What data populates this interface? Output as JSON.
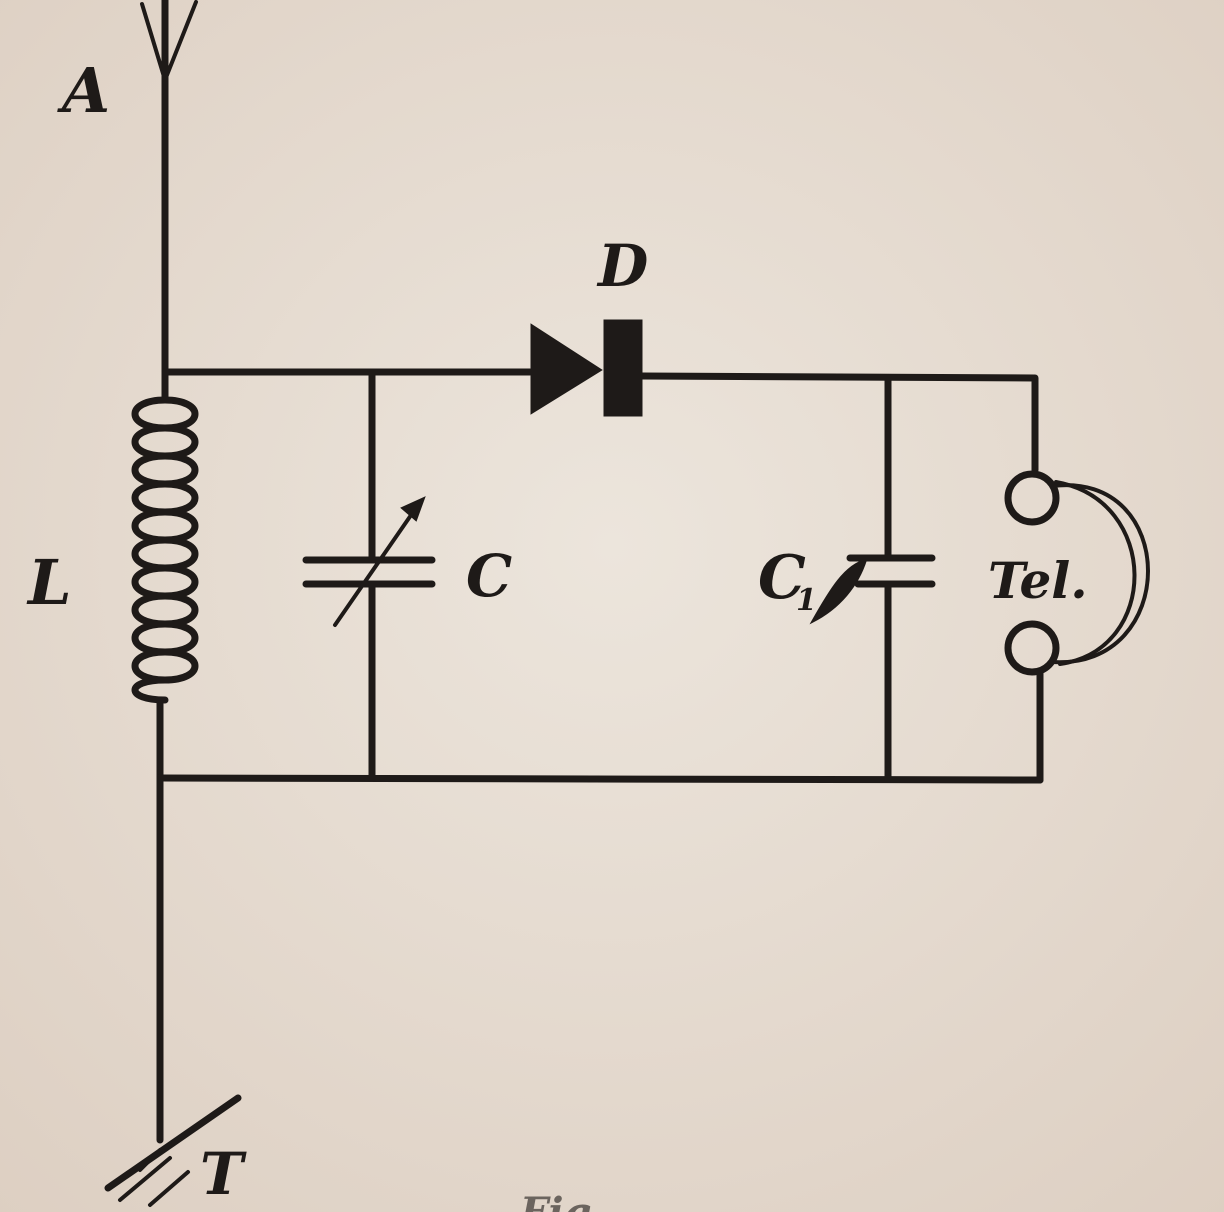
{
  "labels": {
    "antenna": "A",
    "inductor": "L",
    "variable_capacitor": "C",
    "detector": "D",
    "bypass_capacitor": "C",
    "bypass_capacitor_subscript": "1",
    "telephone": "Tel.",
    "earth": "T",
    "caption": "Fig."
  },
  "colors": {
    "paper": "#e8e0d6",
    "ink": "#1e1a18"
  },
  "icons": {
    "antenna": "antenna-icon",
    "inductor": "coil-icon",
    "variable_capacitor": "variable-capacitor-icon",
    "detector": "diode-icon",
    "bypass_capacitor": "capacitor-icon",
    "telephone": "headphone-icon",
    "earth": "ground-icon"
  }
}
